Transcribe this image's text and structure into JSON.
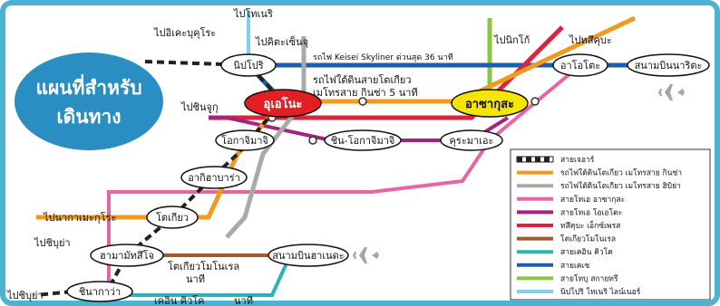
{
  "colors": {
    "frame": "#4bb3d1",
    "title_bubble": "#2a8ec2",
    "jr": "#222222",
    "ginza": "#f29a1f",
    "hibiya": "#a9a9a9",
    "asakusa": "#e666a3",
    "oedo": "#a3237e",
    "tx": "#d7253c",
    "monorail": "#a45a2a",
    "keikyu": "#2bb3ba",
    "keisei": "#1a5fab",
    "tobu": "#8cc63e",
    "nippori_toneri": "#7fcfef",
    "ueno_bubble": "#e31e24",
    "asakusa_bubble": "#f6e500"
  },
  "title": {
    "line1": "แผนที่สำหรับ",
    "line2": "เดินทาง"
  },
  "stations": {
    "nippori": "นิปโปริ",
    "ueno": "อุเอโนะ",
    "asakusa": "อาซากุสะ",
    "okachimachi": "โอกาจิมาจิ",
    "naka_okachimachi": "ชิน-โอกาจิมาจิ",
    "kuramae": "คุระมาเอะ",
    "akihabara": "อากิฮาบาร่า",
    "tokyo": "โตเกียว",
    "hamamatsucho": "ฮามามัทสึโจ",
    "shinagawa": "ชินากาว่า",
    "haneda": "สนามบินฮาเนดะ",
    "oshiage": "อาโอโตะ",
    "narita": "สนามบินนาริตะ"
  },
  "destinations": {
    "ikebukuro": "ไปอิเคะบุคุโระ",
    "toneri": "ไปโทเนริ",
    "kitasenju": "ไปคิตะเซ็นจุ",
    "shinjuku": "ไปชินจูกุ",
    "nikko": "ไปนิกโก้",
    "tsukuba": "ไปทสึคุบะ",
    "nakameguro": "ไปนากาเมะกุโระ",
    "shibuya1": "ไปชิบุย่า",
    "shibuya2": "ไปชิบุย่า"
  },
  "annotations": {
    "skyliner": "รถไฟ Keisei Skyliner ด่วนสุด 36 นาที",
    "ginza1": "รถไฟใต้ดินสายโตเกียว",
    "ginza2": "เมโทรสาย กินซ่า 5 นาที",
    "monorail1": "โตเกียวโมโนเรล",
    "monorail2": "นาที",
    "keikyu": "เคอิน คิวโค",
    "keikyu2": "นาที"
  },
  "legend": [
    {
      "key": "jr",
      "label": "สายเจอาร์",
      "style": "jr"
    },
    {
      "key": "ginza",
      "label": "รถไฟใต้ดินโตเกียว เมโทรสาย กินซ่า",
      "style": "line"
    },
    {
      "key": "hibiya",
      "label": "รถไฟใต้ดินโตเกียว เมโทรสาย ฮิบิย่า",
      "style": "line"
    },
    {
      "key": "asakusa",
      "label": "สายโทเอ อาซากุสะ",
      "style": "line"
    },
    {
      "key": "oedo",
      "label": "สายโทเอ โอเอโดะ",
      "style": "line"
    },
    {
      "key": "tx",
      "label": "ทสึคุบะ เอ็กซ์เพรส",
      "style": "line"
    },
    {
      "key": "monorail",
      "label": "โตเกียวโมโนเรล",
      "style": "line"
    },
    {
      "key": "keikyu",
      "label": "สายเคอิน คิวโค",
      "style": "line"
    },
    {
      "key": "keisei",
      "label": "สายเคเซ",
      "style": "line"
    },
    {
      "key": "tobu",
      "label": "สายโทบุ สกายทรี",
      "style": "line"
    },
    {
      "key": "nippori_toneri",
      "label": "นิปโปริ โทเนริ ไลน์เนอร์",
      "style": "line"
    }
  ]
}
